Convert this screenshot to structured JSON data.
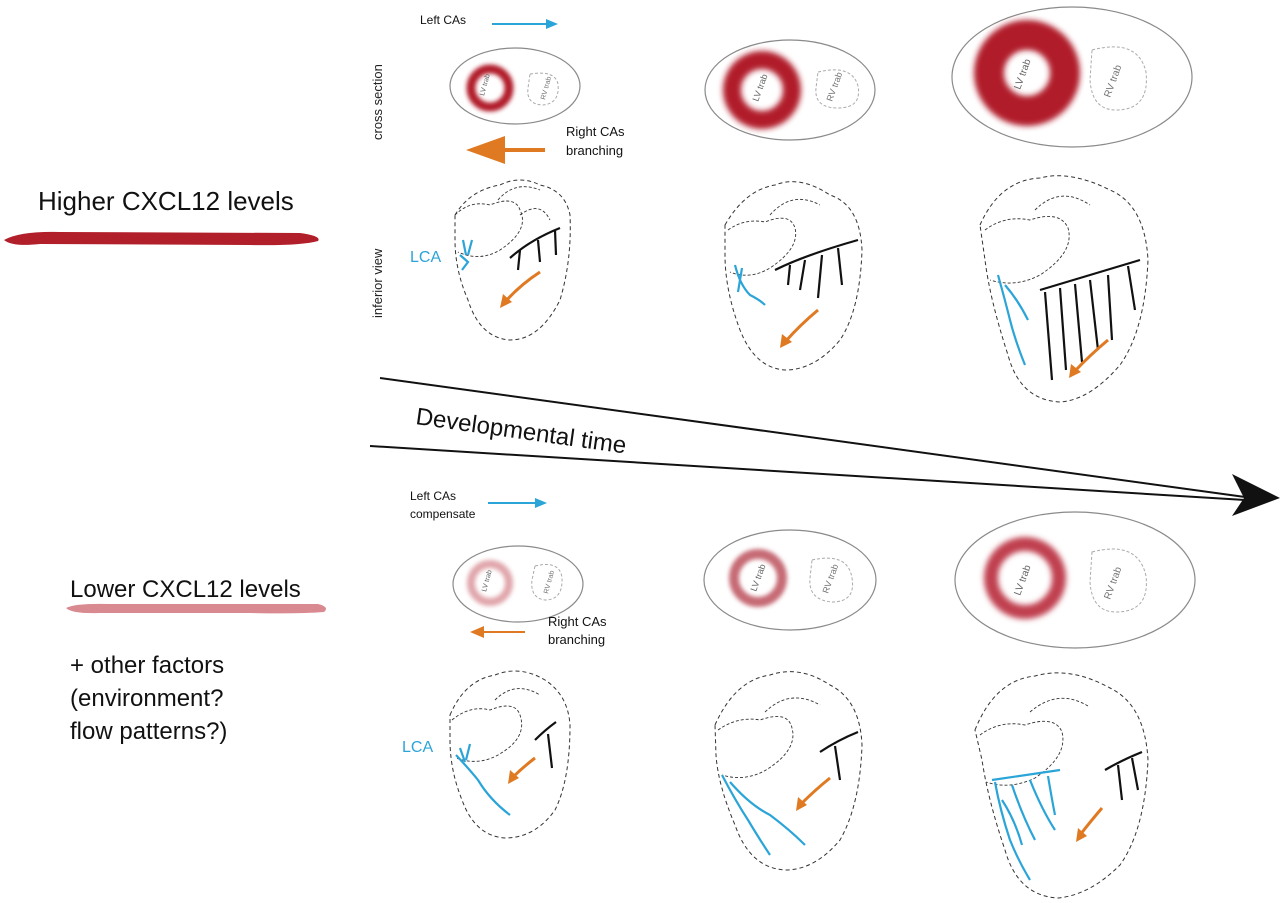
{
  "labels": {
    "higher_levels": "Higher CXCL12 levels",
    "lower_levels": "Lower CXCL12 levels",
    "other_factors": [
      "+ other factors",
      "(environment?",
      "flow patterns?)"
    ],
    "developmental_time": "Developmental time",
    "cross_section": "cross section",
    "inferior_view": "inferior view",
    "left_cas": "Left CAs",
    "left_cas_compensate": [
      "Left CAs",
      "compensate"
    ],
    "right_cas_branching": [
      "Right CAs",
      "branching"
    ],
    "lv_trab": "LV trab",
    "rv_trab": "RV trab",
    "lca": "LCA"
  },
  "colors": {
    "high_red": "#b11f2a",
    "low_pink": "#d98a90",
    "left_ca_blue": "#2ba4d8",
    "right_ca_orange": "#e07a22",
    "vessel_black": "#111111",
    "outline_gray": "#8a8a8a"
  }
}
